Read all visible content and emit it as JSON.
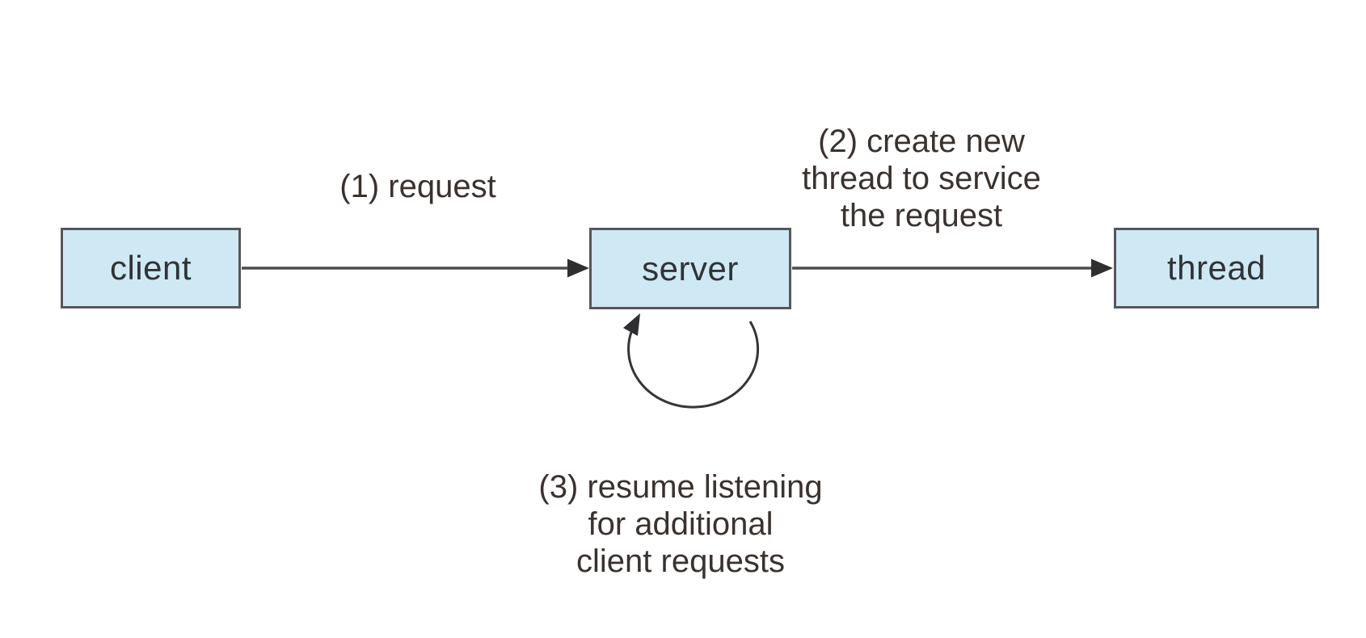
{
  "diagram": {
    "nodes": [
      {
        "id": "client",
        "label": "client"
      },
      {
        "id": "server",
        "label": "server"
      },
      {
        "id": "thread",
        "label": "thread"
      }
    ],
    "annotations": {
      "step1": {
        "text": "(1) request"
      },
      "step2": {
        "lines": [
          "(2) create new",
          "thread to service",
          "the request"
        ]
      },
      "step3": {
        "lines": [
          "(3) resume listening",
          "for additional",
          "client requests"
        ]
      }
    },
    "edges": [
      {
        "from": "client",
        "to": "server",
        "label_ref": "step1"
      },
      {
        "from": "server",
        "to": "thread",
        "label_ref": "step2"
      },
      {
        "from": "server",
        "to": "server",
        "type": "self-loop",
        "label_ref": "step3"
      }
    ],
    "colors": {
      "node_fill": "#cfe9f4",
      "node_border": "#55575a",
      "arrow": "#4c4c4e",
      "text": "#3a322f",
      "background": "#ffffff"
    }
  }
}
